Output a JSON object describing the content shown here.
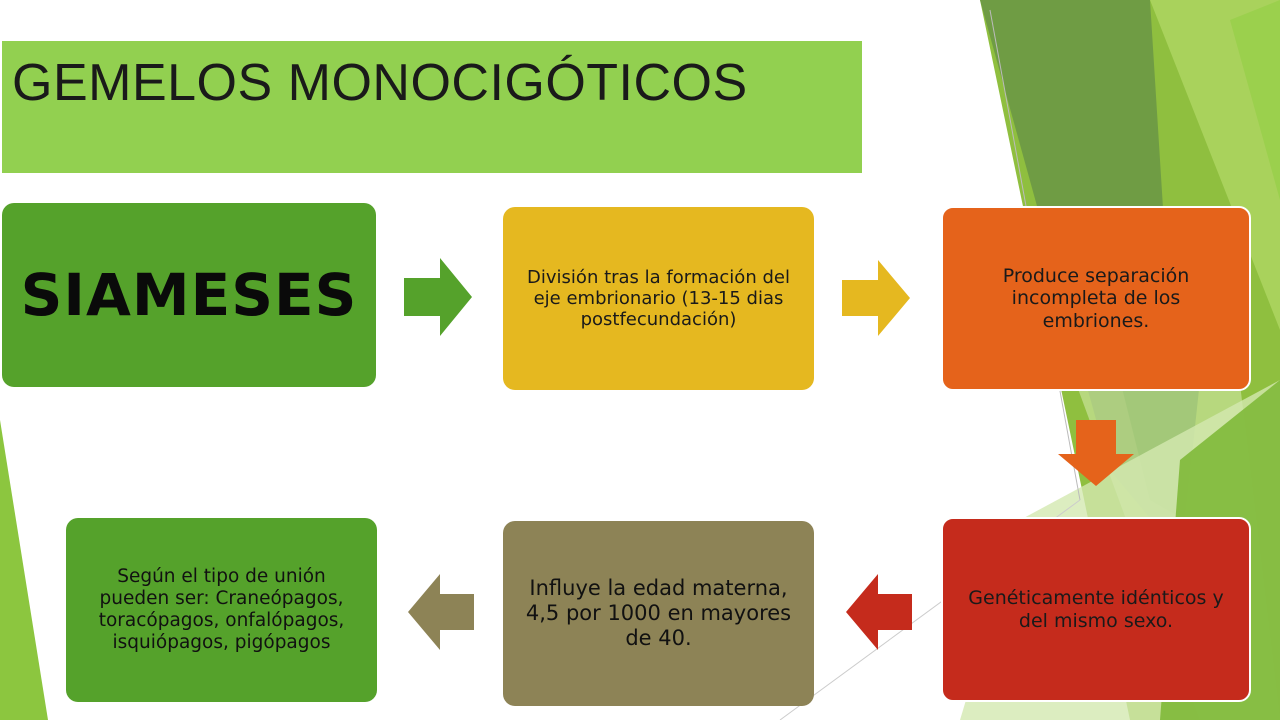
{
  "title": "GEMELOS MONOCIGÓTICOS",
  "steps": {
    "siameses": "SIAMESES",
    "division": "División tras la formación del eje embrionario (13-15 dias postfecundación)",
    "separacion": "Produce separación incompleta de los embriones.",
    "geneticamente": "Genéticamente idénticos y del mismo sexo.",
    "edad": "Influye la edad materna, 4,5 por 1000 en mayores de 40.",
    "tipos": "Según el tipo de unión pueden ser: Craneópagos, toracópagos, onfalópagos, isquiópagos, pigópagos"
  },
  "colors": {
    "title_bg": "#92d050",
    "green": "#55a22b",
    "yellow": "#e5b820",
    "orange": "#e5631b",
    "red": "#c52b1c",
    "olive": "#8d8356"
  }
}
